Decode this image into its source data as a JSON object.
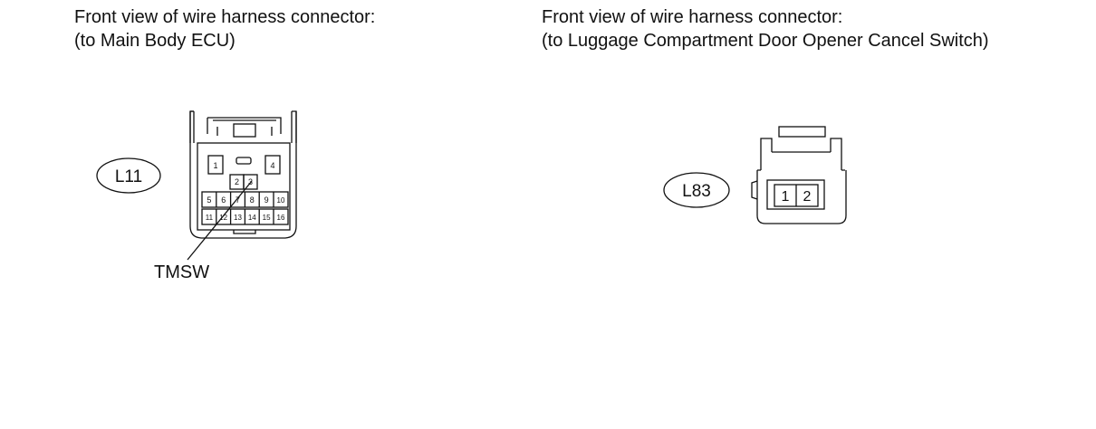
{
  "left_panel": {
    "caption_line1": "Front view of wire harness connector:",
    "caption_line2": "(to Main Body ECU)",
    "connector_id": "L11",
    "terminal_pins": [
      "1",
      "4",
      "2",
      "3",
      "5",
      "6",
      "7",
      "8",
      "9",
      "10",
      "11",
      "12",
      "13",
      "14",
      "15",
      "16"
    ],
    "callout_label": "TMSW"
  },
  "right_panel": {
    "caption_line1": "Front view of wire harness connector:",
    "caption_line2": "(to Luggage Compartment Door Opener Cancel Switch)",
    "connector_id": "L83",
    "terminal_pins": [
      "1",
      "2"
    ]
  }
}
